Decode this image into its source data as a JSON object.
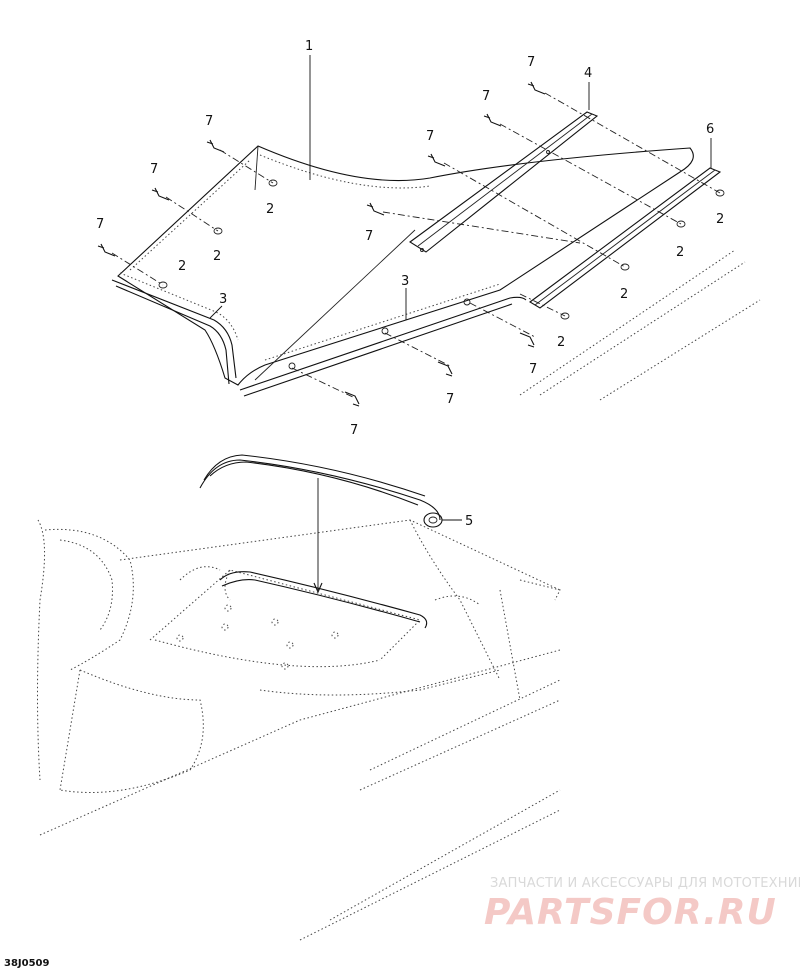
{
  "callouts": {
    "c1": "1",
    "c2": "2",
    "c3": "3",
    "c4": "4",
    "c5": "5",
    "c6": "6",
    "c7": "7"
  },
  "watermark": {
    "tagline": "ЗАПЧАСТИ И АКСЕССУАРЫ ДЛЯ МОТОТЕХНИКИ",
    "logo": "PARTSFOR.RU",
    "color": "#f4c9c6"
  },
  "drawing_code": "38J0509"
}
